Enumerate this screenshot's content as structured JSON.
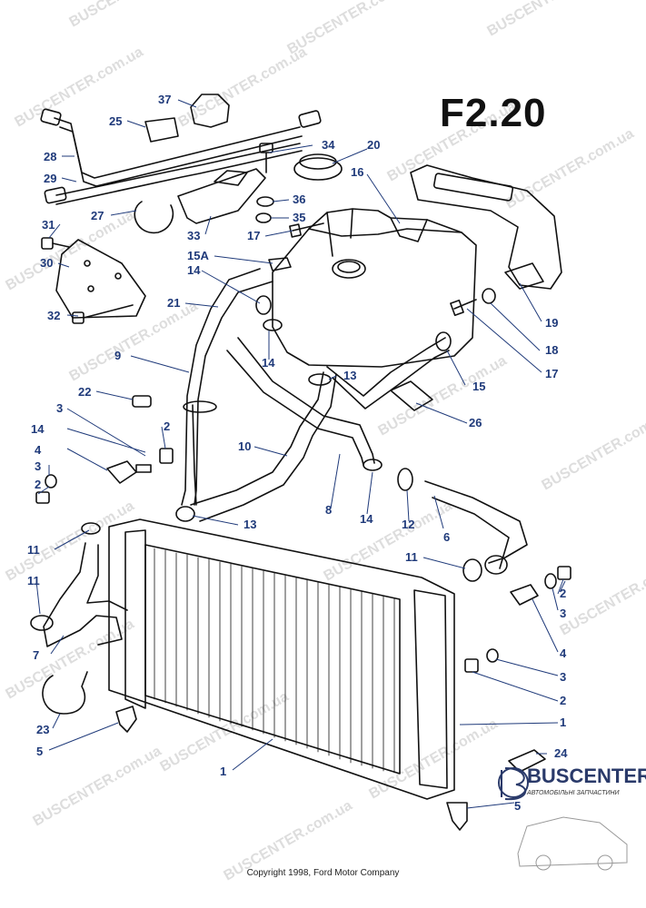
{
  "diagram": {
    "code": "F2.20",
    "copyright": "Copyright 1998, Ford Motor Company",
    "watermark": "BUSCENTER.com.ua",
    "callouts": [
      "37",
      "25",
      "28",
      "29",
      "27",
      "31",
      "30",
      "32",
      "33",
      "34",
      "20",
      "36",
      "35",
      "17",
      "16",
      "15A",
      "14",
      "21",
      "9",
      "22",
      "3",
      "14",
      "4",
      "3",
      "2",
      "14",
      "13",
      "15",
      "26",
      "13",
      "10",
      "8",
      "14",
      "12",
      "6",
      "11",
      "11",
      "11",
      "7",
      "23",
      "5",
      "1",
      "2",
      "3",
      "4",
      "3",
      "2",
      "1",
      "24",
      "5",
      "19",
      "18",
      "17",
      "2"
    ]
  },
  "logo": {
    "name": "BUSCENTER",
    "tagline": "АВТОМОБІЛЬНІ ЗАПЧАСТИНИ"
  }
}
